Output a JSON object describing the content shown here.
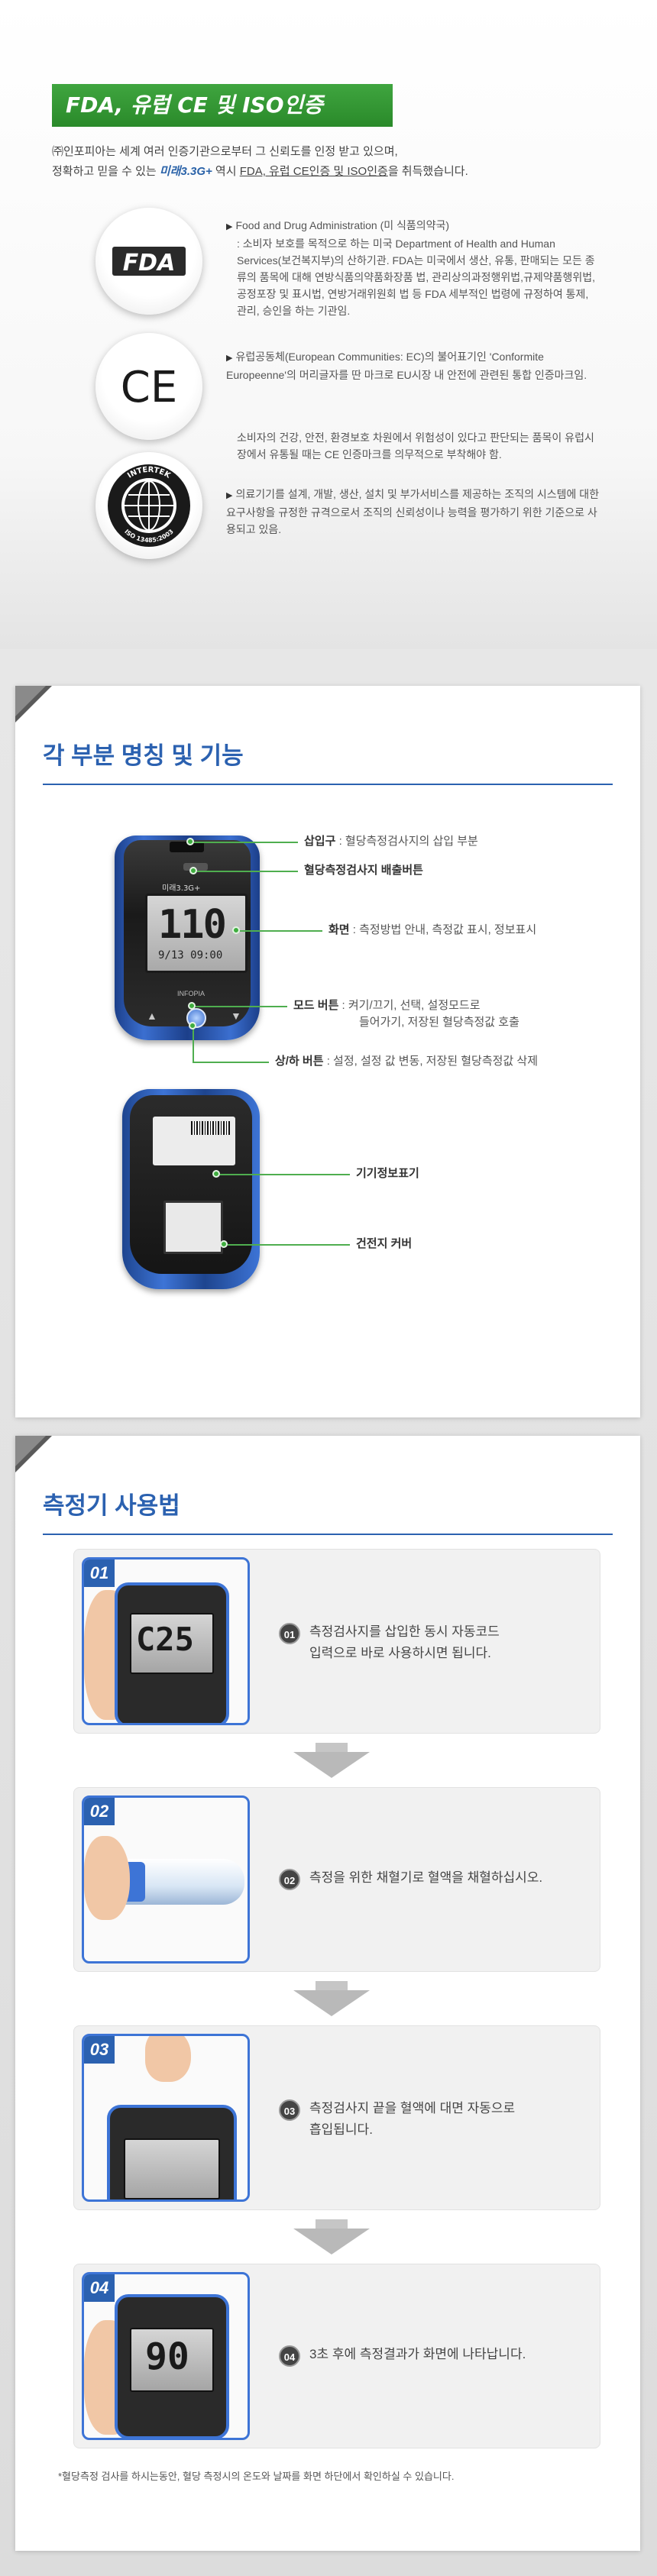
{
  "cert": {
    "title": "FDA, 유럽 CE 및 ISO인증",
    "intro_line1": "㈜인포피아는 세계 여러 인증기관으로부터 그 신뢰도를 인정 받고 있으며,",
    "intro_line2_a": "정확하고 믿을 수 있는 ",
    "intro_line2_hl": "미래3.3G+",
    "intro_line2_b": " 역시 ",
    "intro_line2_u": "FDA, 유럽 CE인증 및 ISO인증",
    "intro_line2_c": "을 취득했습니다.",
    "fda_logo": "FDA",
    "ce_logo": "CE",
    "iso_logo_top": "INTERTEK",
    "iso_logo_bottom": "ISO 13485:2003",
    "fda_head": "Food and Drug Administration (미 식품의약국)",
    "fda_body": ": 소비자 보호를 목적으로 하는 미국 Department of Health and Human Services(보건복지부)의 산하기관. FDA는 미국에서 생산, 유통, 판매되는 모든 종류의 품목에 대해 연방식품의약품화장품 법, 관리상의과정행위법,규제약품행위법, 공정포장 및 표시법, 연방거래위원회 법 등 FDA 세부적인 법령에 규정하여 통제, 관리, 승인을 하는 기관임.",
    "ce_head": "유럽공동체(European Communities: EC)의 불어표기인 'Conformite Europeenne'의 머리글자를 딴 마크로 EU시장 내 안전에 관련된 통합 인증마크임.",
    "ce_body": "소비자의 건강, 안전, 환경보호 차원에서 위험성이 있다고 판단되는 품목이 유럽시장에서 유통될 때는 CE 인증마크를 의무적으로 부착해야 함.",
    "iso_body": "의료기기를 설계, 개발, 생산, 설치 및 부가서비스를 제공하는 조직의 시스템에 대한 요구사항을 규정한 규격으로서 조직의 신뢰성이나 능력을 평가하기 위한 기준으로 사용되고 있음."
  },
  "parts": {
    "title": "각 부분 명칭 및 기능",
    "meter_brand": "미래3.3G+",
    "meter_value": "110",
    "meter_sub": "9/13 09:00",
    "meter_maker": "INFOPIA",
    "callouts": [
      {
        "name": "삽입구",
        "desc": " : 혈당측정검사지의 삽입 부분"
      },
      {
        "name": "혈당측정검사지 배출버튼",
        "desc": ""
      },
      {
        "name": "화면",
        "desc": " : 측정방법 안내, 측정값 표시, 정보표시"
      },
      {
        "name": "모드 버튼",
        "desc": " : 켜기/끄기, 선택, 설정모드로"
      },
      {
        "name": "",
        "desc": "들어가기, 저장된 혈당측정값 호출"
      },
      {
        "name": "상/하 버튼",
        "desc": " : 설정, 설정 값 변동, 저장된 혈당측정값 삭제"
      },
      {
        "name": "기기정보표기",
        "desc": ""
      },
      {
        "name": "건전지 커버",
        "desc": ""
      }
    ]
  },
  "usage": {
    "title": "측정기 사용법",
    "steps": [
      {
        "num": "01",
        "circle": "01",
        "line1": "측정검사지를 삽입한 동시 자동코드",
        "line2": "입력으로 바로 사용하시면 됩니다."
      },
      {
        "num": "02",
        "circle": "02",
        "line1": "측정을 위한 채혈기로 혈액을 채혈하십시오.",
        "line2": ""
      },
      {
        "num": "03",
        "circle": "03",
        "line1": "측정검사지 끝을 혈액에 대면 자동으로",
        "line2": "흡입됩니다."
      },
      {
        "num": "04",
        "circle": "04",
        "line1": "3초 후에 측정결과가 화면에 나타납니다.",
        "line2": ""
      }
    ],
    "step1_lcd": "C25",
    "step4_lcd": "90",
    "footnote": "*혈당측정 검사를 하시는동안, 혈당 측정시의 온도와 날짜를 화면 하단에서 확인하실 수 있습니다."
  }
}
